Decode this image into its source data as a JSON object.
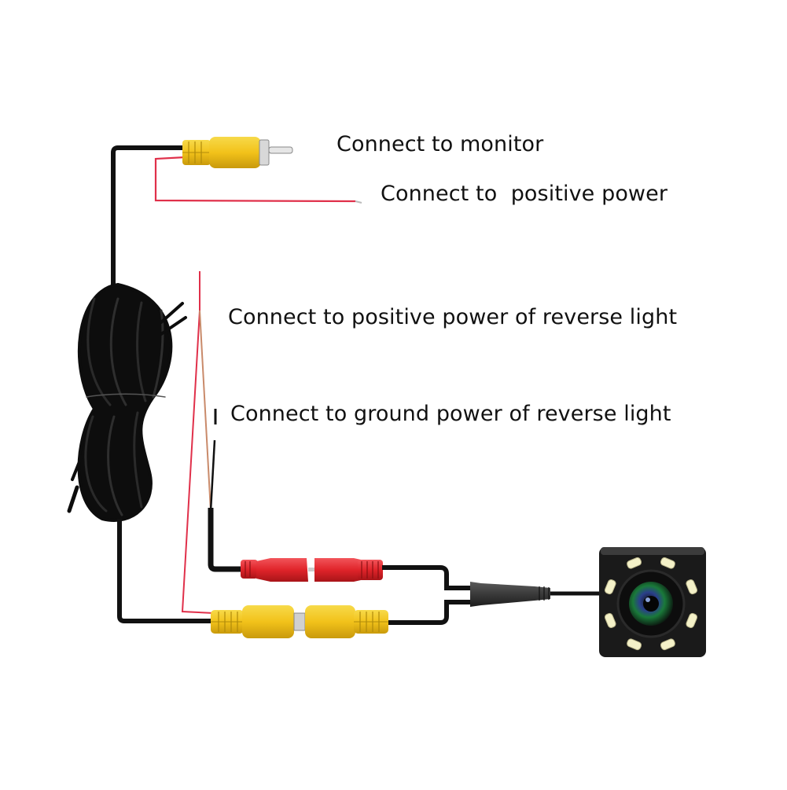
{
  "diagram": {
    "title": "Reversing camera wiring diagram",
    "labels": {
      "monitor": "Connect to monitor",
      "positive_power": "Connect to  positive power",
      "reverse_positive": "Connect to positive power of reverse light",
      "reverse_ground": "Connect to ground power of reverse light"
    },
    "components": {
      "video_plug_to_monitor": "yellow RCA male plug",
      "coiled_extension_cable": "black coiled cable bundle",
      "power_connector": "red DC power connector pair",
      "video_connector": "yellow RCA coupler pair",
      "camera": "square camera with 8 LEDs"
    },
    "camera": {
      "led_count": 8
    },
    "colors": {
      "cable": "#111111",
      "red_wire": "#e0304a",
      "yellow_plug": "#f2c21a",
      "red_plug": "#e02a2a",
      "camera_body": "#1a1a1a",
      "led": "#f4f1c8",
      "text": "#111111"
    }
  }
}
